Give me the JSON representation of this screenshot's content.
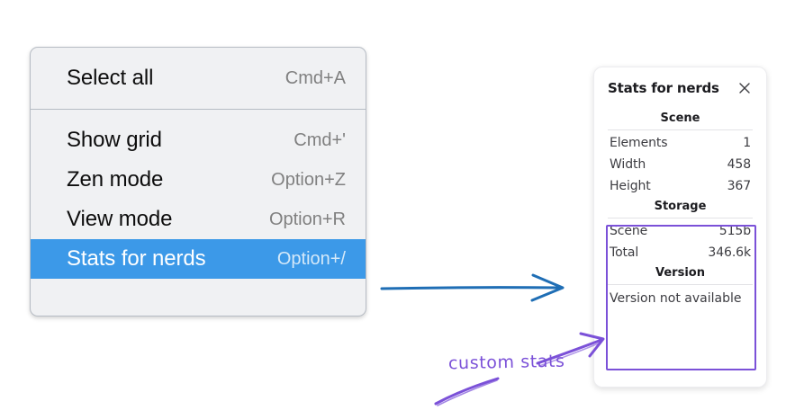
{
  "context_menu": {
    "groups": [
      {
        "items": [
          {
            "label": "Select all",
            "shortcut": "Cmd+A",
            "selected": false
          }
        ]
      },
      {
        "items": [
          {
            "label": "Show grid",
            "shortcut": "Cmd+'",
            "selected": false
          },
          {
            "label": "Zen mode",
            "shortcut": "Option+Z",
            "selected": false
          },
          {
            "label": "View mode",
            "shortcut": "Option+R",
            "selected": false
          },
          {
            "label": "Stats for nerds",
            "shortcut": "Option+/",
            "selected": true
          }
        ]
      }
    ],
    "selected_background": "#3c99e8",
    "background": "#f0f1f3"
  },
  "stats_panel": {
    "title": "Stats for nerds",
    "close_icon": "close-icon",
    "sections": [
      {
        "heading": "Scene",
        "rows": [
          {
            "key": "Elements",
            "value": "1"
          },
          {
            "key": "Width",
            "value": "458"
          },
          {
            "key": "Height",
            "value": "367"
          }
        ]
      },
      {
        "heading": "Storage",
        "rows": [
          {
            "key": "Scene",
            "value": "515b"
          },
          {
            "key": "Total",
            "value": "346.6k"
          }
        ]
      },
      {
        "heading": "Version",
        "text": "Version not available"
      }
    ]
  },
  "annotations": {
    "highlight_color": "#7b51d8",
    "arrow_color": "#1f6eb5",
    "label": "custom stats"
  }
}
